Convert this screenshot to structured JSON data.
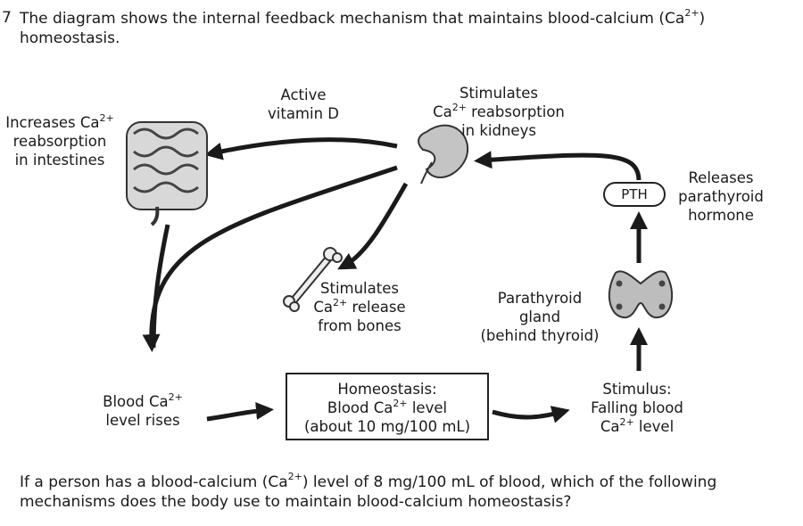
{
  "question_marker": "7",
  "intro": {
    "before": "The diagram shows the internal feedback mechanism that maintains blood-calcium (Ca",
    "sup": "2+",
    "after": ") homeostasis."
  },
  "labels": {
    "active_vitamin_d": [
      "Active",
      "vitamin D"
    ],
    "kidneys": {
      "line1": "Stimulates",
      "line2_pre": "Ca",
      "line2_sup": "2+",
      "line2_post": " reabsorption",
      "line3": "in kidneys"
    },
    "intestines": {
      "line1_pre": "Increases Ca",
      "line1_sup": "2+",
      "line2": "reabsorption",
      "line3": "in intestines"
    },
    "releases_pth": [
      "Releases",
      "parathyroid",
      "hormone"
    ],
    "pth": "PTH",
    "bones": {
      "line1": "Stimulates",
      "line2_pre": "Ca",
      "line2_sup": "2+",
      "line2_post": " release",
      "line3": "from bones"
    },
    "parathyroid": [
      "Parathyroid",
      "gland",
      "(behind thyroid)"
    ],
    "blood_rises": {
      "line1_pre": "Blood Ca",
      "line1_sup": "2+",
      "line2": "level rises"
    },
    "homeostasis": {
      "line1": "Homeostasis:",
      "line2_pre": "Blood Ca",
      "line2_sup": "2+",
      "line2_post": " level",
      "line3": "(about 10 mg/100 mL)"
    },
    "stimulus": {
      "line1": "Stimulus:",
      "line2": "Falling blood",
      "line3_pre": "Ca",
      "line3_sup": "2+",
      "line3_post": " level"
    }
  },
  "question": {
    "before": "If a person has a blood-calcium (Ca",
    "sup": "2+",
    "after": ") level of 8 mg/100 mL of blood, which of the following mechanisms does the body use to maintain blood-calcium homeostasis?"
  },
  "icons": [
    "intestine-icon",
    "kidney-icon",
    "bone-icon",
    "parathyroid-gland-icon"
  ]
}
